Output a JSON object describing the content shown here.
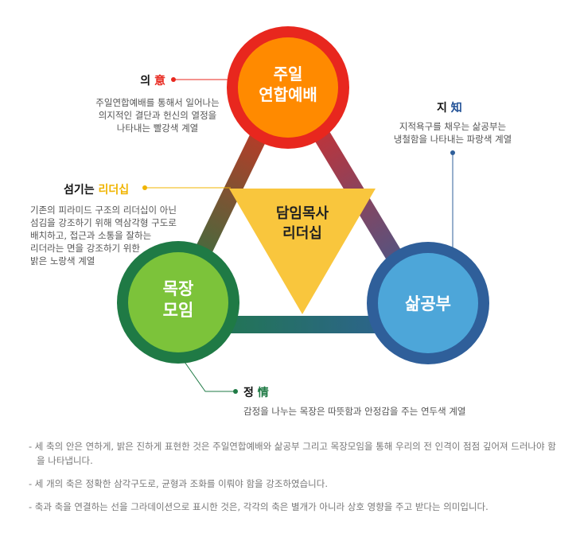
{
  "colors": {
    "red": "#e8271e",
    "orange": "#ff8a00",
    "blue": "#2f5f9a",
    "light_blue": "#4da6d9",
    "green": "#1f7a45",
    "lime": "#7cc33a",
    "yellow": "#f9c63d",
    "text_red": "#e8271e",
    "text_blue": "#1f4f95",
    "text_yellow": "#f0b400",
    "text_green": "#1f7a45"
  },
  "nodes": {
    "top": {
      "line1": "주일",
      "line2": "연합예배"
    },
    "right": {
      "line1": "삶공부"
    },
    "left": {
      "line1": "목장",
      "line2": "모임"
    },
    "center": {
      "line1": "담임목사",
      "line2": "리더십"
    }
  },
  "labels": {
    "will": {
      "title": "의",
      "accent": "意",
      "desc": [
        "주일연합예배를 통해서 일어나는",
        "의지적인 결단과 헌신의 열정을",
        "나타내는 빨강색 계열"
      ]
    },
    "knowledge": {
      "title": "지",
      "accent": "知",
      "desc": [
        "지적욕구를 채우는 삶공부는",
        "냉철함을 나타내는 파랑색 계열"
      ]
    },
    "servant": {
      "title": "섬기는",
      "accent": "리더십",
      "desc": [
        "기존의 피라미드 구조의 리더십이 아닌",
        "섬김을 강조하기 위해 역삼각형 구도로",
        "배치하고, 접근과 소통을 잘하는",
        "리더라는 면을 강조하기 위한",
        "밝은 노랑색 계열"
      ]
    },
    "emotion": {
      "title": "정",
      "accent": "情",
      "desc": [
        "감정을 나누는 목장은 따뜻함과 안정감을 주는 연두색 계열"
      ]
    }
  },
  "notes": [
    "- 세 축의 안은 연하게, 밝은 진하게 표현한 것은 주일연합예배와 삶공부 그리고 목장모임을 통해 우리의 전 인격이 점점 깊어져 드러나야 함을 나타냅니다.",
    "- 세 개의 축은 정확한 삼각구도로, 균형과 조화를 이뤄야 함을 강조하였습니다.",
    "- 축과 축을 연결하는 선을 그라데이션으로 표시한 것은, 각각의 축은 별개가 아니라 상호 영향을 주고 받다는 의미입니다."
  ]
}
